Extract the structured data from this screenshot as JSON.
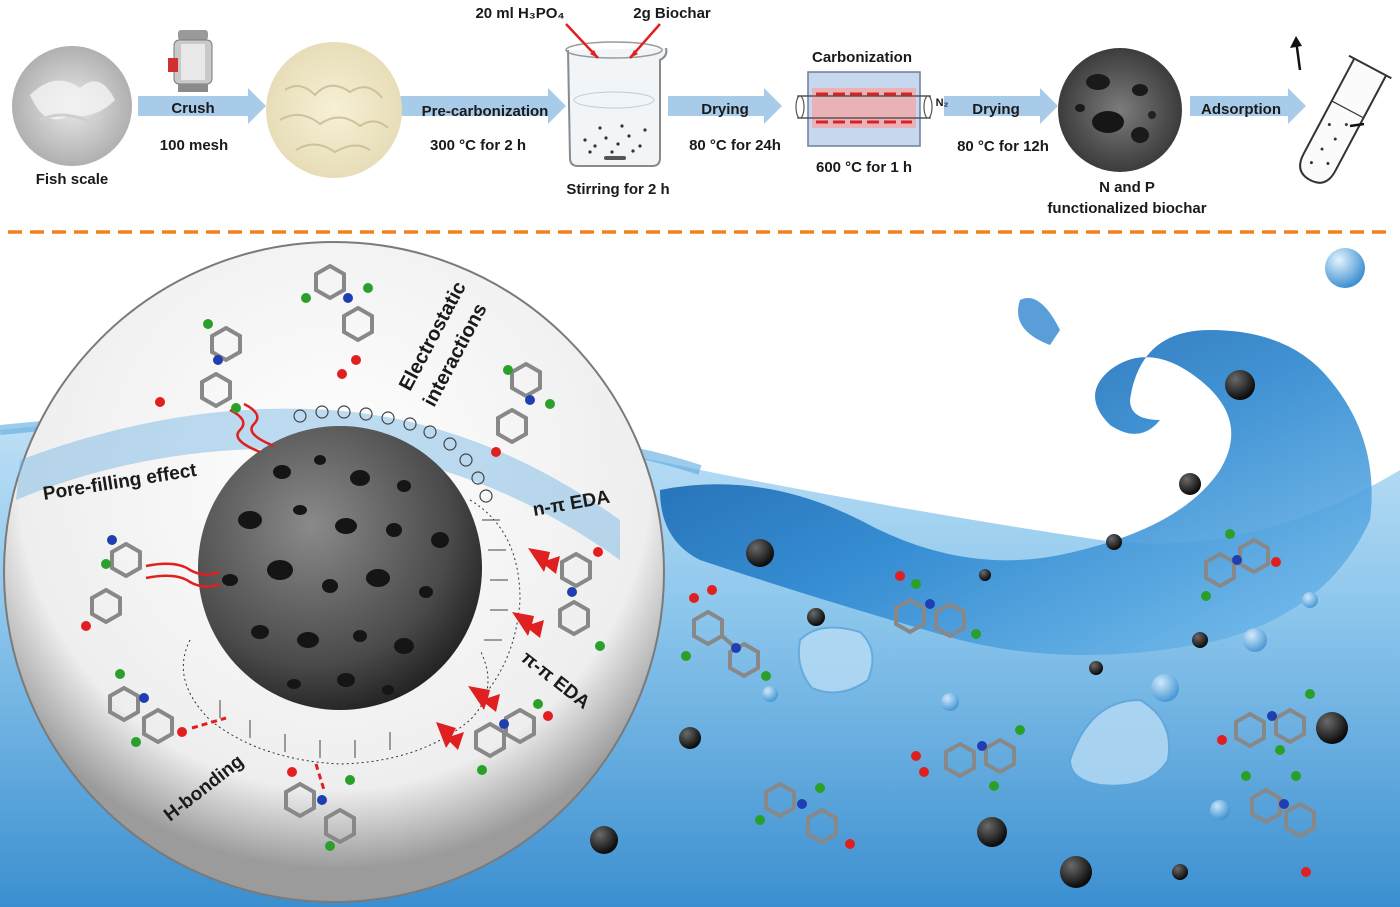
{
  "process": {
    "fish_scale": "Fish scale",
    "crush": "Crush",
    "mesh": "100 mesh",
    "precarb": "Pre-carbonization",
    "precarb_cond": "300 °C for 2 h",
    "reagent_acid": "20 ml H₃PO₄",
    "reagent_biochar": "2g Biochar",
    "stirring": "Stirring for 2 h",
    "drying1": "Drying",
    "drying1_cond": "80 °C for 24h",
    "carbonization": "Carbonization",
    "carb_cond": "600 °C for 1 h",
    "n2": "N₂",
    "drying2": "Drying",
    "drying2_cond": "80 °C for 12h",
    "product_line1": "N and P",
    "product_line2": "functionalized biochar",
    "adsorption": "Adsorption"
  },
  "mechanisms": {
    "pore_filling": "Pore-filling effect",
    "electrostatic_1": "Electrostatic",
    "electrostatic_2": "interactions",
    "n_pi": "n-π EDA",
    "pi_pi": "π-π EDA",
    "h_bonding": "H-bonding"
  },
  "colors": {
    "arrow": "#9ec3e6",
    "divider": "#f0821e",
    "water": "#2a7fc0",
    "red_arrow": "#e02020",
    "carbon": "#555555",
    "nitrogen": "#1f3fb0",
    "chlorine": "#2aa02a",
    "oxygen": "#e02020"
  }
}
